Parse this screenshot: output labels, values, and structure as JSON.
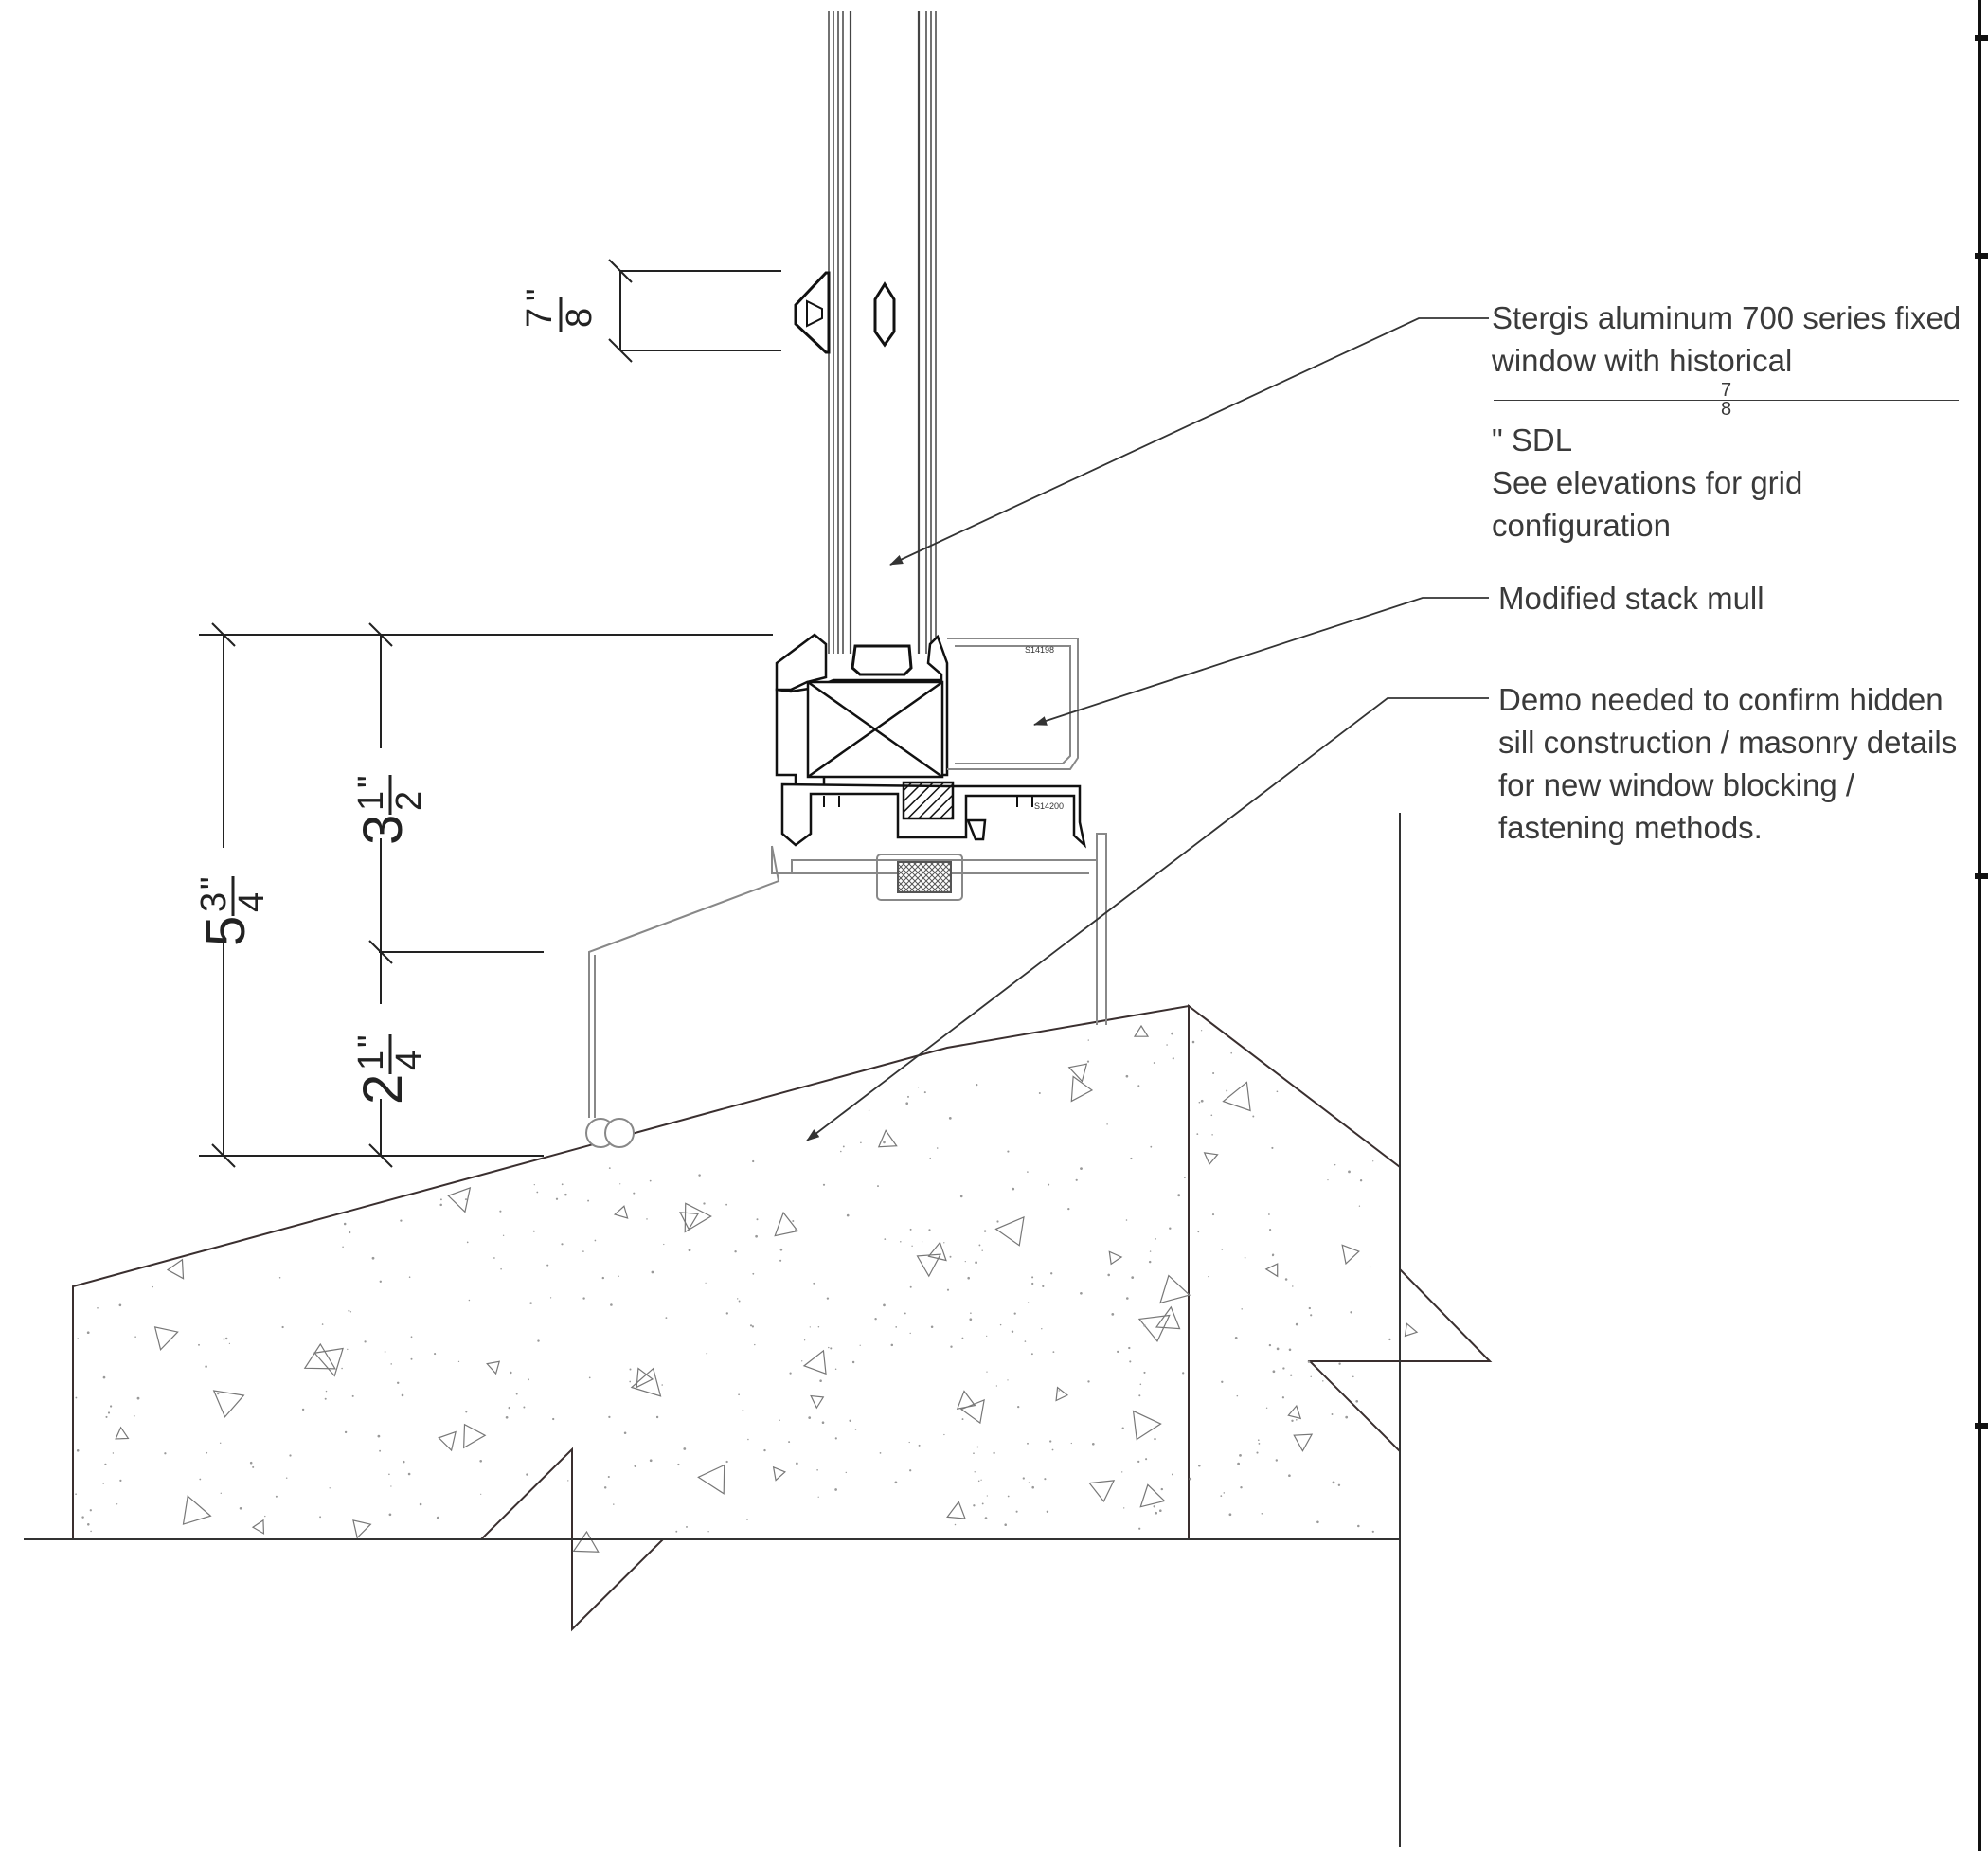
{
  "dimensions": {
    "glazing_bar": {
      "whole": "",
      "num": "7",
      "den": "8"
    },
    "overall": {
      "whole": "5",
      "num": "3",
      "den": "4"
    },
    "upper": {
      "whole": "3",
      "num": "1",
      "den": "2"
    },
    "lower": {
      "whole": "2",
      "num": "1",
      "den": "4"
    }
  },
  "profiles": {
    "upper_mull": "S14198",
    "lower_mull": "S14200"
  },
  "notes": {
    "window": {
      "line1": "Stergis aluminum 700 series fixed",
      "line2_pre": "window with historical",
      "line2_frac_num": "7",
      "line2_frac_den": "8",
      "line2_post": "\" SDL",
      "line3": "See elevations for grid",
      "line4": "configuration"
    },
    "mull": {
      "line1": "Modified stack mull"
    },
    "demo": {
      "line1": "Demo needed to confirm hidden",
      "line2": "sill construction / masonry details",
      "line3": "for new window blocking /",
      "line4": "fastening methods."
    }
  }
}
